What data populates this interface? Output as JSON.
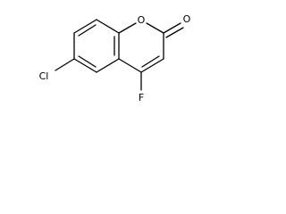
{
  "molecule": {
    "atoms": {
      "ring_oxygen": "O",
      "carbonyl_oxygen": "O",
      "chlorine": "Cl",
      "fluorine": "F"
    },
    "colors": {
      "bond": "#000000",
      "text": "#000000",
      "background": "#ffffff"
    }
  }
}
